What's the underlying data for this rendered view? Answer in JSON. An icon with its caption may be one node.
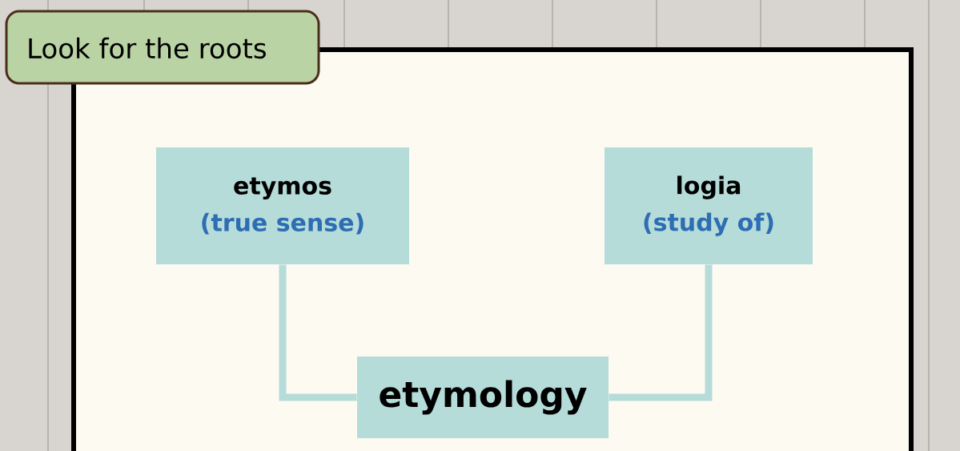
{
  "diagram": {
    "title": "Look for the roots",
    "nodes": [
      {
        "text": [
          "etymos",
          "(true sense)"
        ]
      },
      {
        "text": [
          "logia",
          "(study of)"
        ]
      },
      {
        "text": [
          "etymology"
        ]
      }
    ],
    "edges": [
      {
        "from": 0,
        "to": 2,
        "arrow": "none"
      },
      {
        "from": 1,
        "to": 2,
        "arrow": "none"
      }
    ]
  }
}
